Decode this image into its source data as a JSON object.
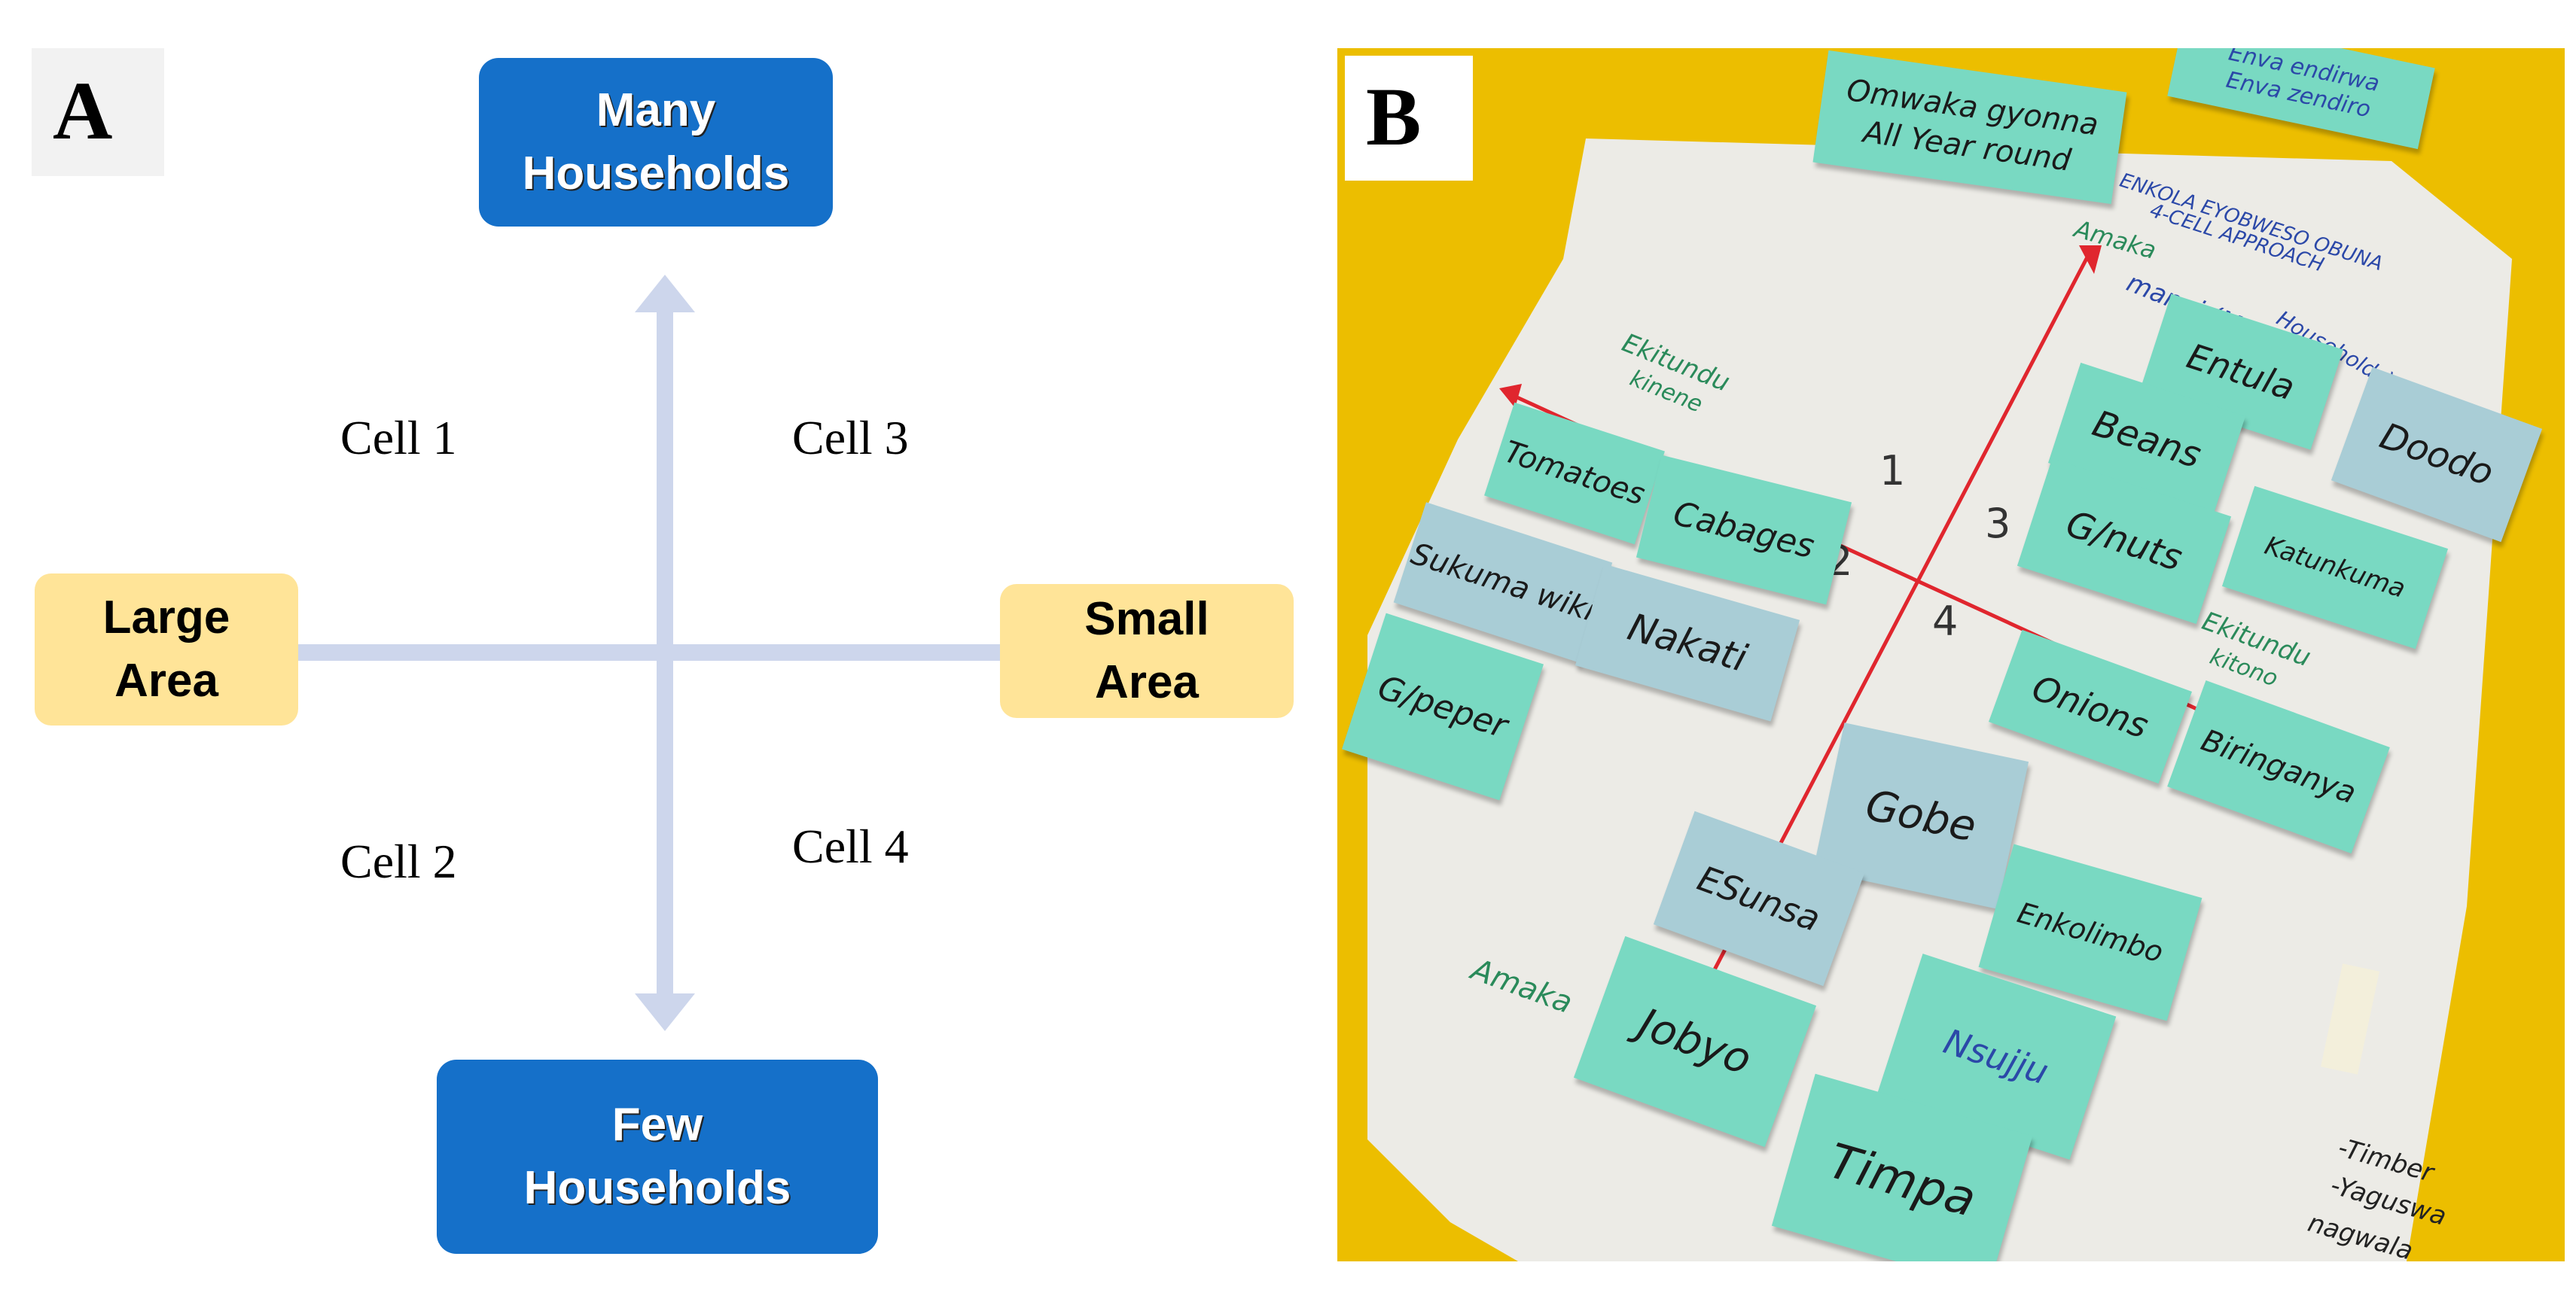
{
  "panel_a": {
    "letter": "A",
    "top_box": [
      "Many",
      "Households"
    ],
    "bottom_box": [
      "Few",
      "Households"
    ],
    "left_box": [
      "Large",
      "Area"
    ],
    "right_box": [
      "Small",
      "Area"
    ],
    "cells": {
      "cell1": "Cell 1",
      "cell2": "Cell 2",
      "cell3": "Cell 3",
      "cell4": "Cell 4"
    },
    "colors": {
      "axis": "#cdd6ec",
      "household_box": "#1570c9",
      "area_box": "#ffe498"
    }
  },
  "panel_b": {
    "letter": "B",
    "header_note": [
      "Omwaka gyonna",
      "All Year round"
    ],
    "top_right_note": [
      "Enva endirwa",
      "Enva zendiro"
    ],
    "title_lines": [
      "ENKOLA EYOBWESO OBUNA",
      "4-CELL APPROACH"
    ],
    "axis_top_label": "Amaka",
    "axis_top_sub": [
      "mangi (Many",
      "Households)"
    ],
    "axis_left_label": [
      "Ekitundu",
      "kinene"
    ],
    "axis_right_label": [
      "Ekitundu",
      "kitono"
    ],
    "axis_bottom_label": "Amaka",
    "cell_numbers": [
      "1",
      "2",
      "3",
      "4"
    ],
    "notes": {
      "tomatoes": "Tomatoes",
      "cabbages": "Cabages",
      "sukuma": "Sukuma wiki",
      "nakati": "Nakati",
      "gpepper": "G/peper",
      "entula": "Entula",
      "beans": "Beans",
      "doodo": "Doodo",
      "gnuts": "G/nuts",
      "katunkuma": "Katunkuma",
      "onions": "Onions",
      "biringanya": "Biringanya",
      "gobe": "Gobe",
      "esunsa": "ESunsa",
      "enkolimbo": "Enkolimbo",
      "jobyo": "Jobyo",
      "nsujju": "Nsujju",
      "timpa": "Timpa"
    },
    "side_notes": [
      "-Timber",
      "-Yaguswa",
      "nagwala"
    ]
  }
}
